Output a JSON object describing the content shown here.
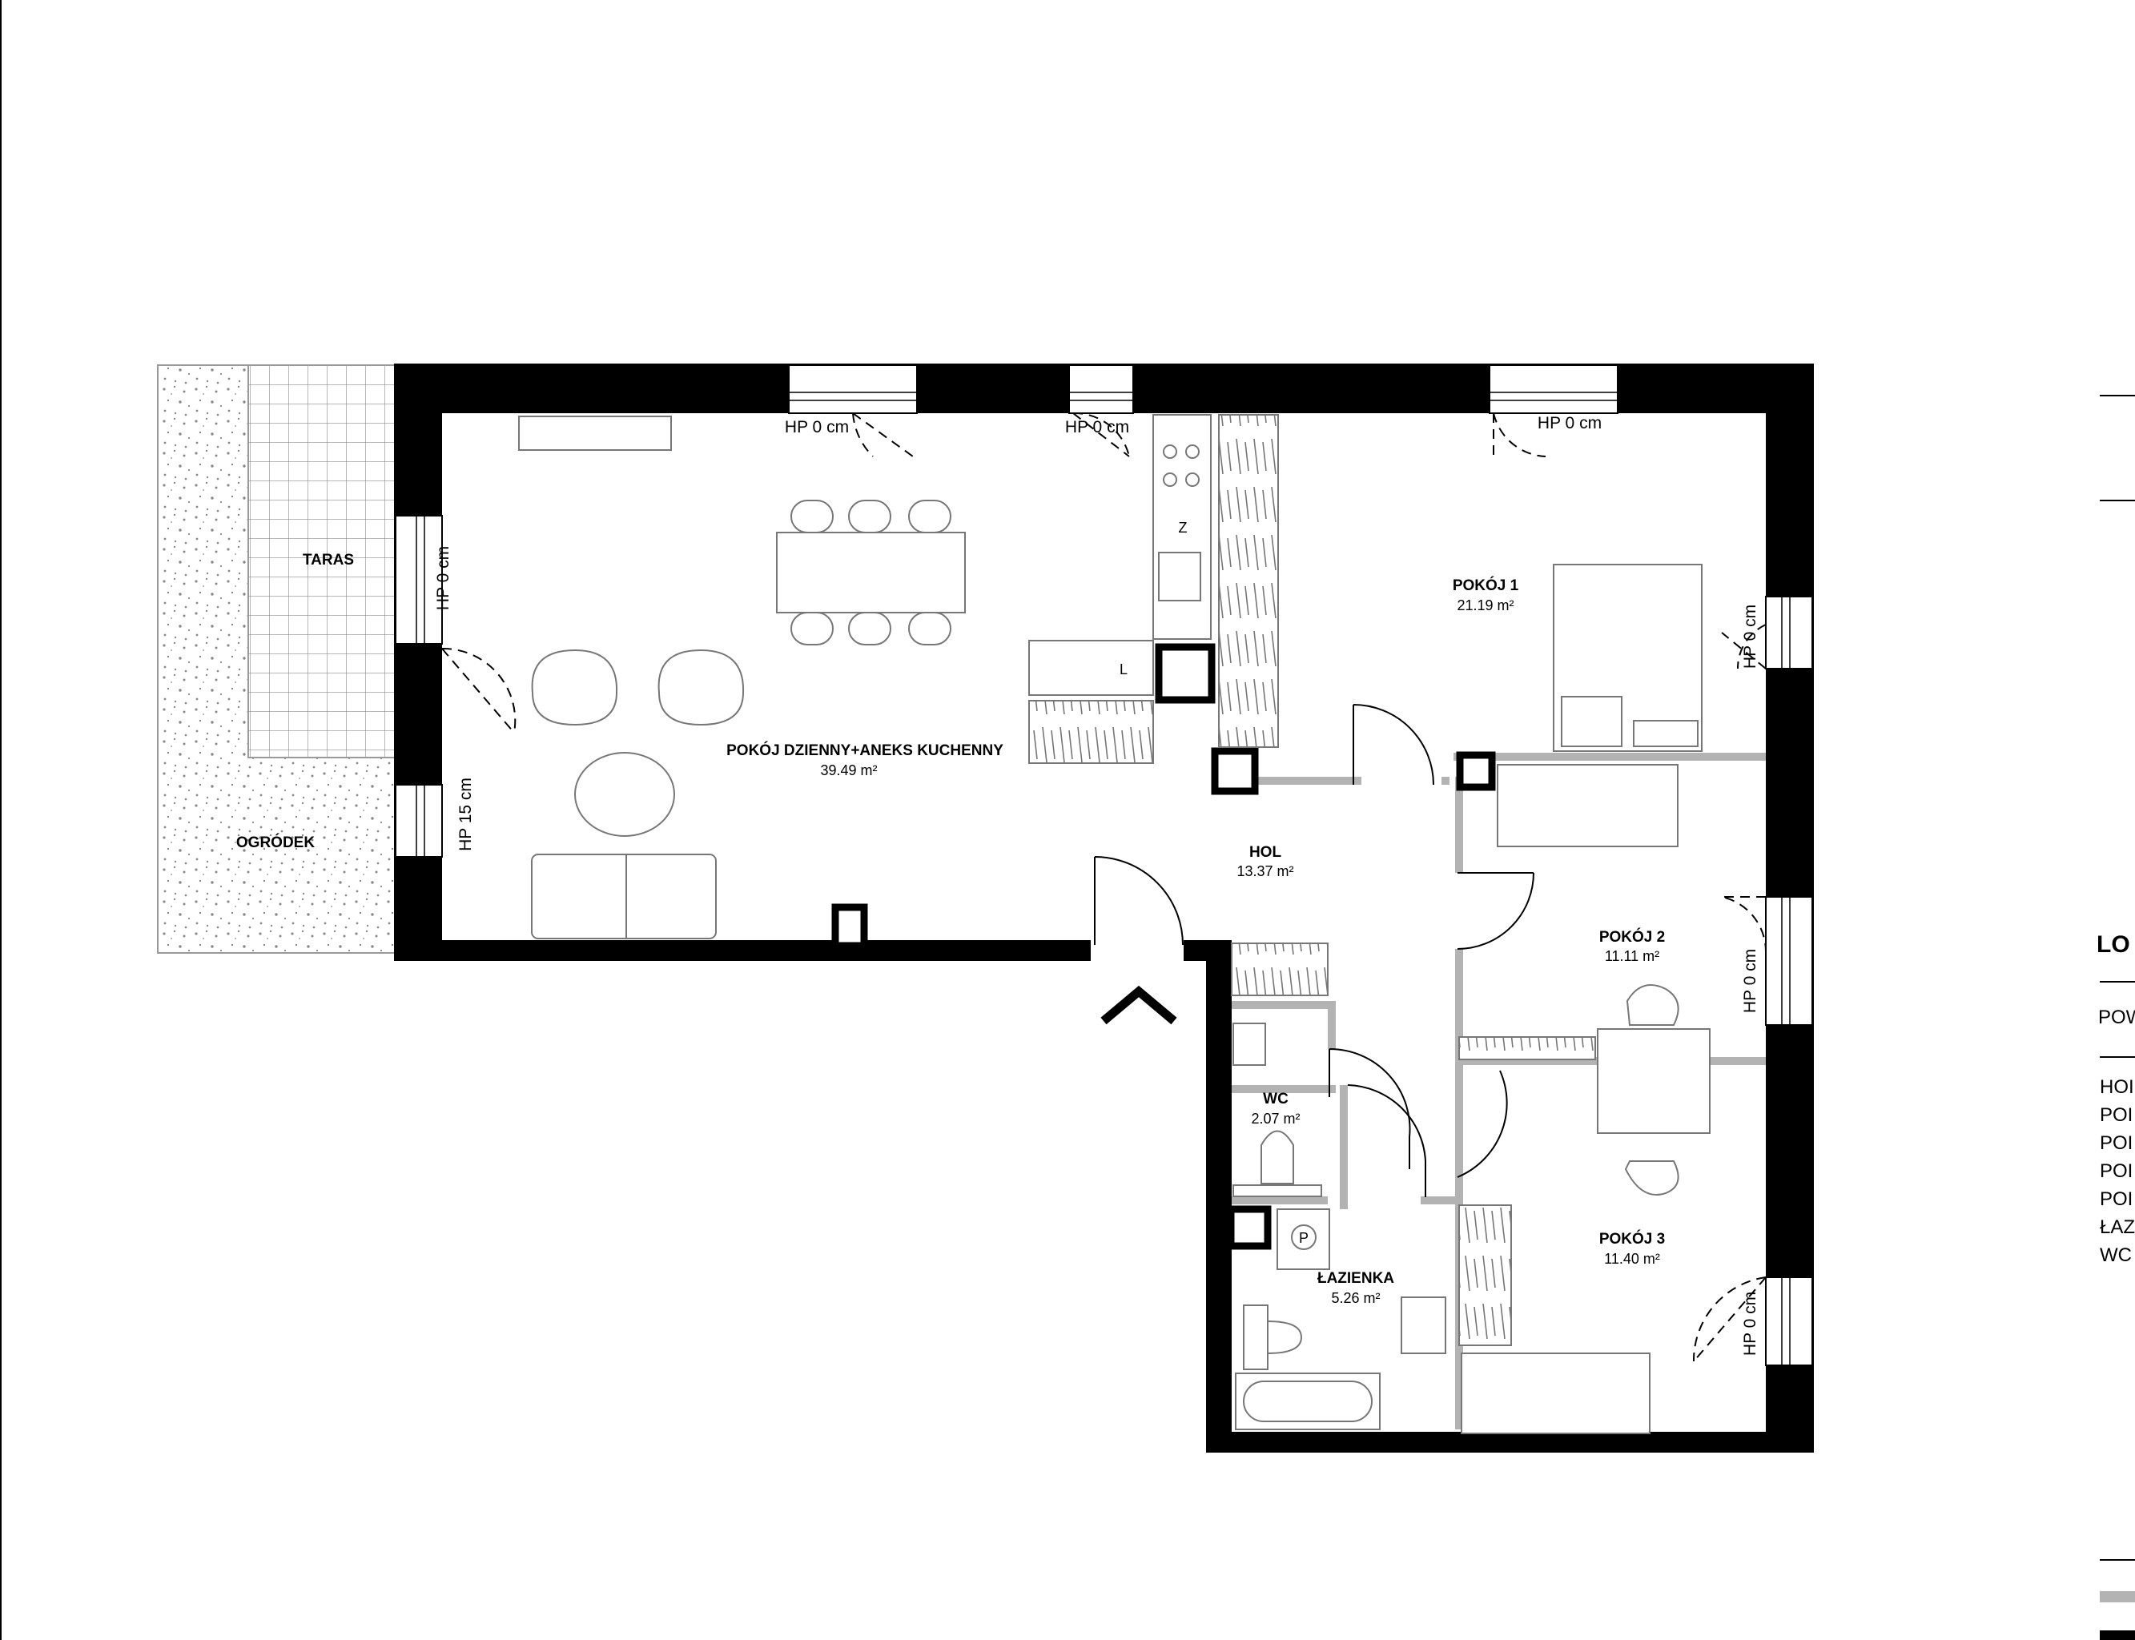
{
  "rooms": {
    "salon": {
      "name": "POKÓJ DZIENNY+ANEKS KUCHENNY",
      "area": "39.49 m²"
    },
    "hol": {
      "name": "HOL",
      "area": "13.37 m²"
    },
    "pokoj1": {
      "name": "POKÓJ 1",
      "area": "21.19 m²"
    },
    "pokoj2": {
      "name": "POKÓJ 2",
      "area": "11.11 m²"
    },
    "pokoj3": {
      "name": "POKÓJ 3",
      "area": "11.40 m²"
    },
    "wc": {
      "name": "WC",
      "area": "2.07 m²"
    },
    "lazienka": {
      "name": "ŁAZIENKA",
      "area": "5.26 m²"
    }
  },
  "outdoor": {
    "taras": "TARAS",
    "ogrodek": "OGRÓDEK"
  },
  "hp": {
    "top1": "HP 0 cm",
    "top2": "HP 0 cm",
    "top3": "HP 0 cm",
    "left1": "HP 0 cm",
    "left2": "HP 15 cm",
    "right1": "HP 0 cm",
    "right2": "HP 0 cm",
    "right3": "HP 0 cm"
  },
  "fixtures": {
    "fridge": "Z",
    "dishwasher": "L",
    "washer": "P"
  },
  "legend": {
    "title": "LO",
    "pow": "POW",
    "items": [
      "HOI",
      "POI",
      "POI",
      "POI",
      "POI",
      "ŁAZ",
      "WC"
    ]
  },
  "colors": {
    "wall": "#000000",
    "partition": "#b3b3b3",
    "hatch": "#7a7a7a"
  }
}
